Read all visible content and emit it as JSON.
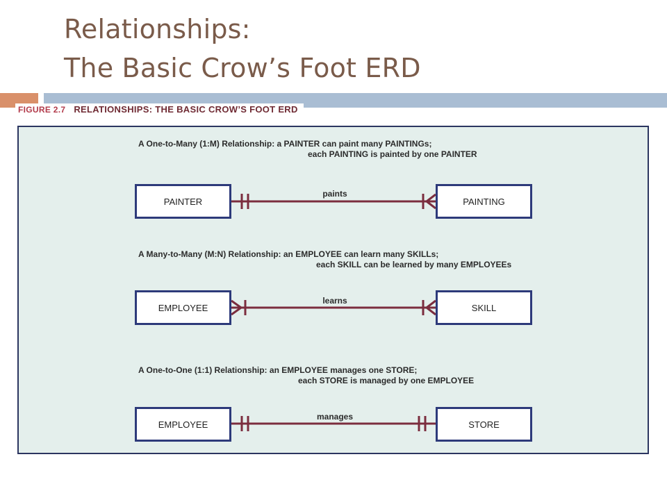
{
  "slide": {
    "title_line1": "Relationships:",
    "title_line2": "The Basic Crow’s Foot ERD"
  },
  "figure": {
    "number": "FIGURE 2.7",
    "caption": "RELATIONSHIPS: THE BASIC CROW’S FOOT ERD"
  },
  "colors": {
    "title": "#7a5b4a",
    "accent_orange": "#d9906a",
    "accent_blue": "#a9bdd3",
    "panel_bg": "#e4efec",
    "entity_border": "#2d3a7a",
    "relationship_line": "#7b2d3e"
  },
  "relationships": [
    {
      "line1": "A One-to-Many (1:M) Relationship: a PAINTER can paint many PAINTINGs;",
      "line2": "each PAINTING is painted by one PAINTER",
      "left_entity": "PAINTER",
      "right_entity": "PAINTING",
      "verb": "paints",
      "left_symbol": "one-mandatory",
      "right_symbol": "many-mandatory"
    },
    {
      "line1": "A Many-to-Many (M:N) Relationship: an EMPLOYEE can learn many SKILLs;",
      "line2": "each SKILL can be learned by many EMPLOYEEs",
      "left_entity": "EMPLOYEE",
      "right_entity": "SKILL",
      "verb": "learns",
      "left_symbol": "many-mandatory",
      "right_symbol": "many-mandatory"
    },
    {
      "line1": "A One-to-One (1:1) Relationship: an EMPLOYEE manages one STORE;",
      "line2": "each STORE is managed by one EMPLOYEE",
      "left_entity": "EMPLOYEE",
      "right_entity": "STORE",
      "verb": "manages",
      "left_symbol": "one-mandatory",
      "right_symbol": "one-mandatory"
    }
  ]
}
